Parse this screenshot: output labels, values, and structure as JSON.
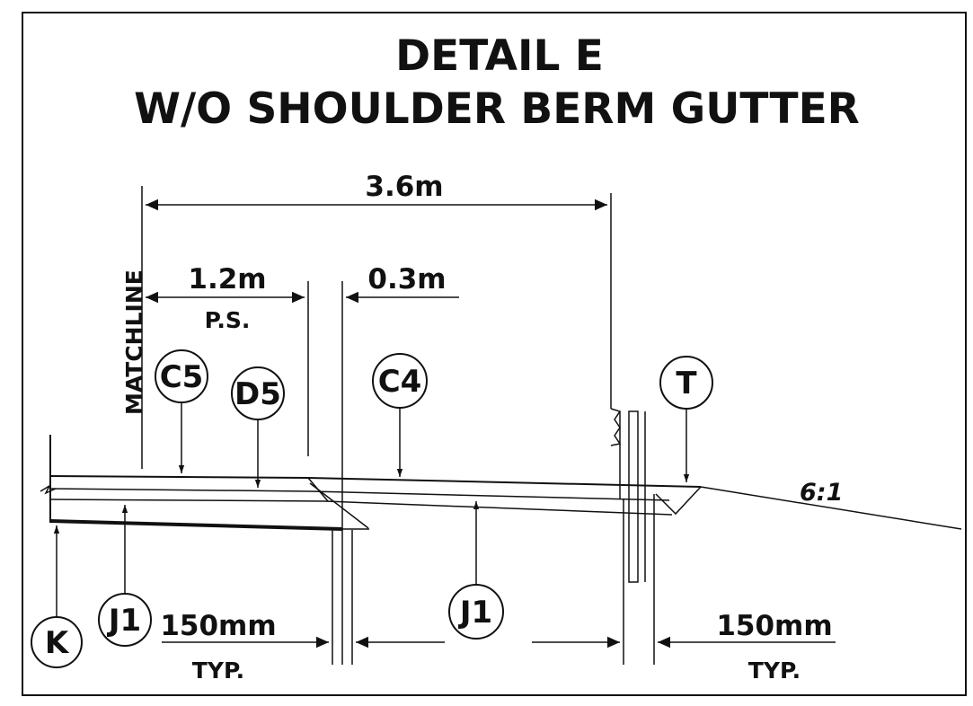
{
  "title": {
    "line1": "DETAIL E",
    "line2": "W/O  SHOULDER BERM  GUTTER"
  },
  "dimensions": {
    "overall": "3.6m",
    "paved_shoulder": "1.2m",
    "paved_shoulder_abbrev": "P.S.",
    "offset": "0.3m",
    "left_typ_value": "150mm",
    "left_typ_note": "TYP.",
    "right_typ_value": "150mm",
    "right_typ_note": "TYP."
  },
  "matchline_label": "MATCHLINE",
  "slope_label": "6:1",
  "callouts": {
    "c5": "C5",
    "d5": "D5",
    "c4": "C4",
    "t": "T",
    "k": "K",
    "j1_left": "J1",
    "j1_center": "J1"
  },
  "colors": {
    "line": "#111111",
    "background": "#ffffff"
  }
}
